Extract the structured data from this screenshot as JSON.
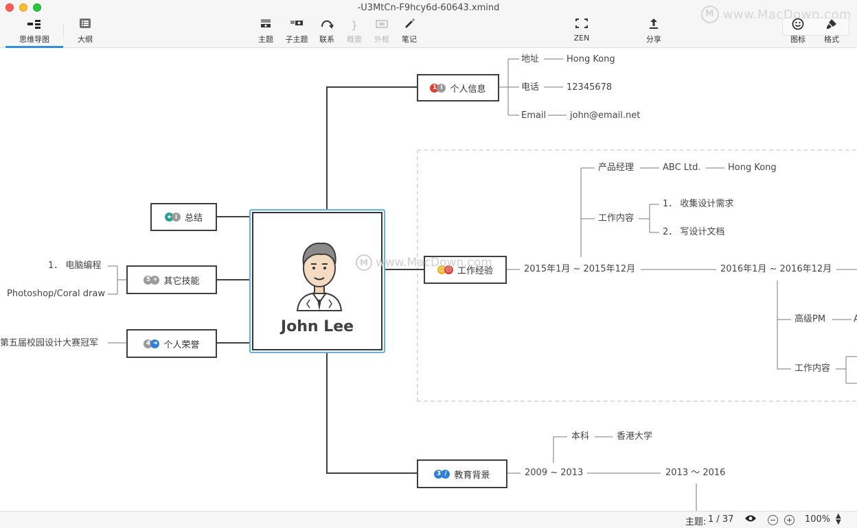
{
  "window": {
    "title": "-U3MtCn-F9hcy6d-60643.xmind",
    "watermark": "www.MacDown.com"
  },
  "toolbar": {
    "view_tabs": [
      {
        "label": "思维导图"
      },
      {
        "label": "大纲"
      }
    ],
    "insert": [
      {
        "label": "主题"
      },
      {
        "label": "子主题"
      },
      {
        "label": "联系"
      },
      {
        "label": "概要"
      },
      {
        "label": "外框"
      },
      {
        "label": "笔记"
      }
    ],
    "zen": {
      "label": "ZEN"
    },
    "share": {
      "label": "分享"
    },
    "right": [
      {
        "label": "图标"
      },
      {
        "label": "格式"
      }
    ]
  },
  "map": {
    "central": {
      "name": "John Lee"
    },
    "personal_info": {
      "label": "个人信息",
      "markers": [
        {
          "text": "1",
          "color": "#e0403b"
        },
        {
          "text": "i",
          "color": "#9a9a9a"
        }
      ],
      "rows": [
        {
          "key": "地址",
          "value": "Hong Kong"
        },
        {
          "key": "电话",
          "value": "12345678"
        },
        {
          "key": "Email",
          "value": "john@email.net"
        }
      ]
    },
    "summary": {
      "label": "总结",
      "markers": [
        {
          "text": "★",
          "color": "#2a9d8f"
        },
        {
          "text": "i",
          "color": "#9a9a9a"
        }
      ]
    },
    "skills": {
      "label": "其它技能",
      "markers": [
        {
          "text": "5",
          "color": "#9a9a9a"
        },
        {
          "text": "+",
          "color": "#9a9a9a"
        }
      ],
      "items": [
        "1． 电脑编程",
        "Photoshop/Coral draw"
      ]
    },
    "honors": {
      "label": "个人荣誉",
      "markers": [
        {
          "text": "4",
          "color": "#9a9a9a"
        },
        {
          "text": "➜",
          "color": "#2f7fd8"
        }
      ],
      "item": "第五届校园设计大赛冠军"
    },
    "work": {
      "label": "工作经验",
      "markers": [
        {
          "text": "☺",
          "color": "#f2b01e"
        },
        {
          "text": "☹",
          "color": "#e0403b"
        }
      ],
      "period1": "2015年1月 ~ 2015年12月",
      "role1": "产品经理",
      "company1": "ABC Ltd.",
      "city1": "Hong Kong",
      "duties_label": "工作内容",
      "duties": [
        "1． 收集设计需求",
        "2． 写设计文档"
      ],
      "period2": "2016年1月 ~ 2016年12月",
      "role2": "高级PM",
      "role2_next": "A",
      "duties2_label": "工作内容"
    },
    "education": {
      "label": "教育背景",
      "markers": [
        {
          "text": "3",
          "color": "#2f7fd8"
        },
        {
          "text": "/",
          "color": "#2f7fd8"
        }
      ],
      "period1": "2009 ~ 2013",
      "degree": "本科",
      "school": "香港大学",
      "period2": "2013 ～ 2016"
    }
  },
  "statusbar": {
    "topic_label": "主题:",
    "topic_count": "1 / 37",
    "zoom": "100%"
  }
}
